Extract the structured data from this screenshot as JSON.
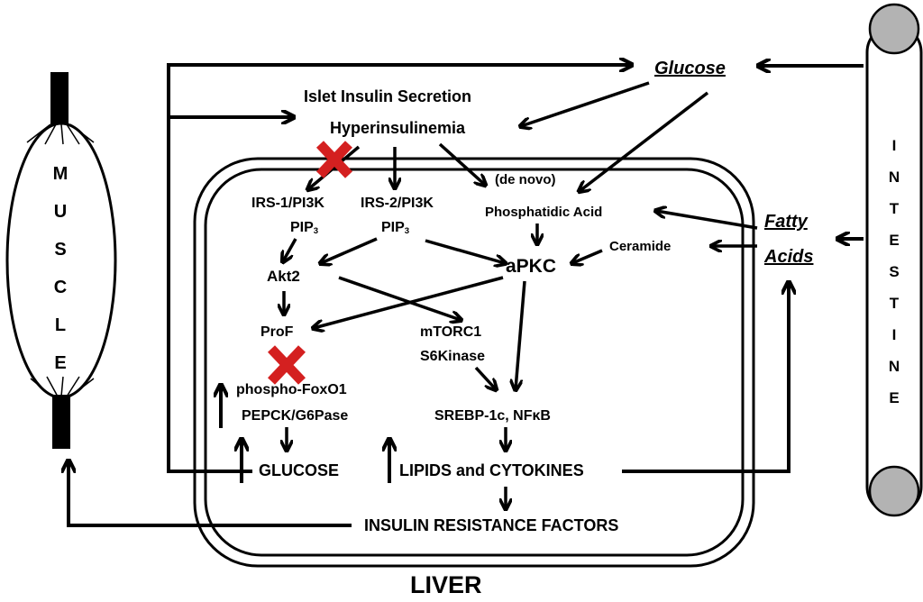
{
  "organs": {
    "muscle": [
      "M",
      "U",
      "S",
      "C",
      "L",
      "E"
    ],
    "intestine": [
      "I",
      "N",
      "T",
      "E",
      "S",
      "T",
      "I",
      "N",
      "E"
    ],
    "liver": "LIVER"
  },
  "nodes": {
    "glucose_top": "Glucose",
    "islet": "Islet Insulin Secretion",
    "hyperinsulinemia": "Hyperinsulinemia",
    "de_novo": "(de novo)",
    "phosphatidic_acid": "Phosphatidic Acid",
    "fatty_acids_line1": "Fatty",
    "fatty_acids_line2": "Acids",
    "ceramide": "Ceramide",
    "irs1": "IRS-1/PI3K",
    "irs1_pip": "PIP",
    "irs1_pip_sub": "3",
    "irs2": "IRS-2/PI3K",
    "irs2_pip": "PIP",
    "irs2_pip_sub": "3",
    "akt2": "Akt2",
    "apkc": "aPKC",
    "prof": "ProF",
    "mtorc1": "mTORC1",
    "s6kinase": "S6Kinase",
    "phospho_foxo1": "phospho-FoxO1",
    "pepck": "PEPCK/G6Pase",
    "srebp": "SREBP-1c, NFκB",
    "glucose_liver": "GLUCOSE",
    "lipids": "LIPIDS and CYTOKINES",
    "insulin_resistance": "INSULIN RESISTANCE FACTORS"
  },
  "colors": {
    "block_mark": "#d42020",
    "intestine_cap": "#b3b3b3",
    "line": "#000000"
  }
}
